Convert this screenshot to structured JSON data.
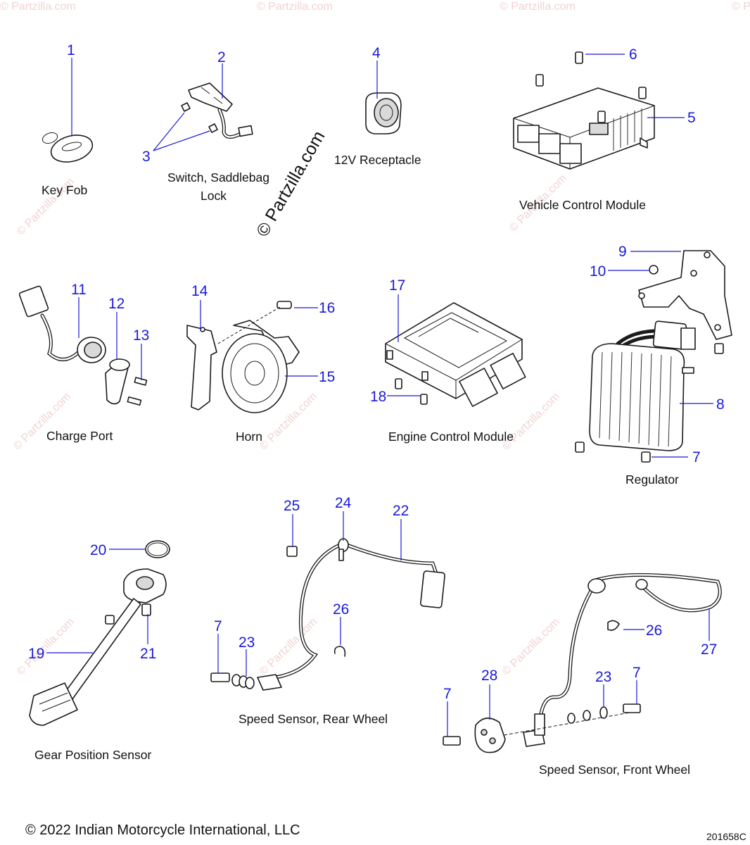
{
  "callouts": [
    "1",
    "2",
    "3",
    "4",
    "5",
    "6",
    "7",
    "8",
    "9",
    "10",
    "11",
    "12",
    "13",
    "14",
    "15",
    "16",
    "17",
    "18",
    "19",
    "20",
    "21",
    "22",
    "23",
    "24",
    "25",
    "26",
    "27",
    "28"
  ],
  "captions": {
    "key_fob": "Key Fob",
    "saddlebag_switch_line1": "Switch, Saddlebag",
    "saddlebag_switch_line2": "Lock",
    "receptacle": "12V Receptacle",
    "vcm": "Vehicle Control Module",
    "charge_port": "Charge Port",
    "horn": "Horn",
    "ecm": "Engine Control Module",
    "regulator": "Regulator",
    "gear_sensor": "Gear Position Sensor",
    "speed_rear": "Speed Sensor, Rear Wheel",
    "speed_front": "Speed Sensor, Front Wheel"
  },
  "watermark": {
    "main": "© Partzilla.com",
    "small": "© Partzilla.com"
  },
  "footer": {
    "copyright": "© 2022 Indian Motorcycle International, LLC",
    "diagram_code": "201658C"
  }
}
